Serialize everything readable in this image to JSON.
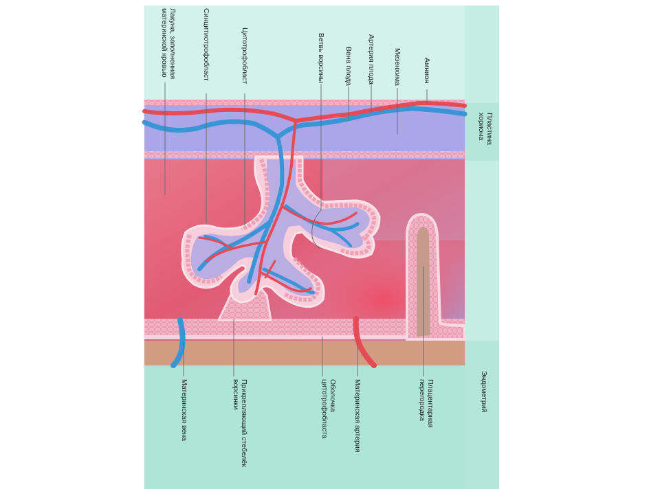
{
  "diagram": {
    "labels": {
      "lacuna": "Лакуна, заполненная\nматеринской кровью",
      "syncytiotrophoblast": "Синцитиотрофобласт",
      "cytotrophoblast": "Цитотрофобласт",
      "villus_branch": "Ветвь ворсины",
      "fetal_vein": "Вена плода",
      "fetal_artery": "Артерия плода",
      "mesenchyme": "Мезенхима",
      "amnion": "Амнион",
      "chorionic_plate": "Пластина\nхориона",
      "endometrium": "Эндометрий",
      "placental_septum": "Плацентарная\nперегородка",
      "maternal_artery": "Материнская артерия",
      "cytotrophoblast_shell": "Оболочка\nцитотрофобласта",
      "anchoring_villus": "Прикрепляющий стебелёк\nворсинки",
      "maternal_vein": "Материнская вена"
    },
    "colors": {
      "background": "#d2f2ea",
      "side_band": "#a9e3d2",
      "mesenchyme": "#aaa6e6",
      "lacuna": "#e56f86",
      "lacuna_blue": "#8fa2e6",
      "trophoblast": "#f6c8d8",
      "cell": "#f0a9bd",
      "endometrium": "#d09b80",
      "artery": "#e64a55",
      "vein": "#3a95d6"
    }
  }
}
